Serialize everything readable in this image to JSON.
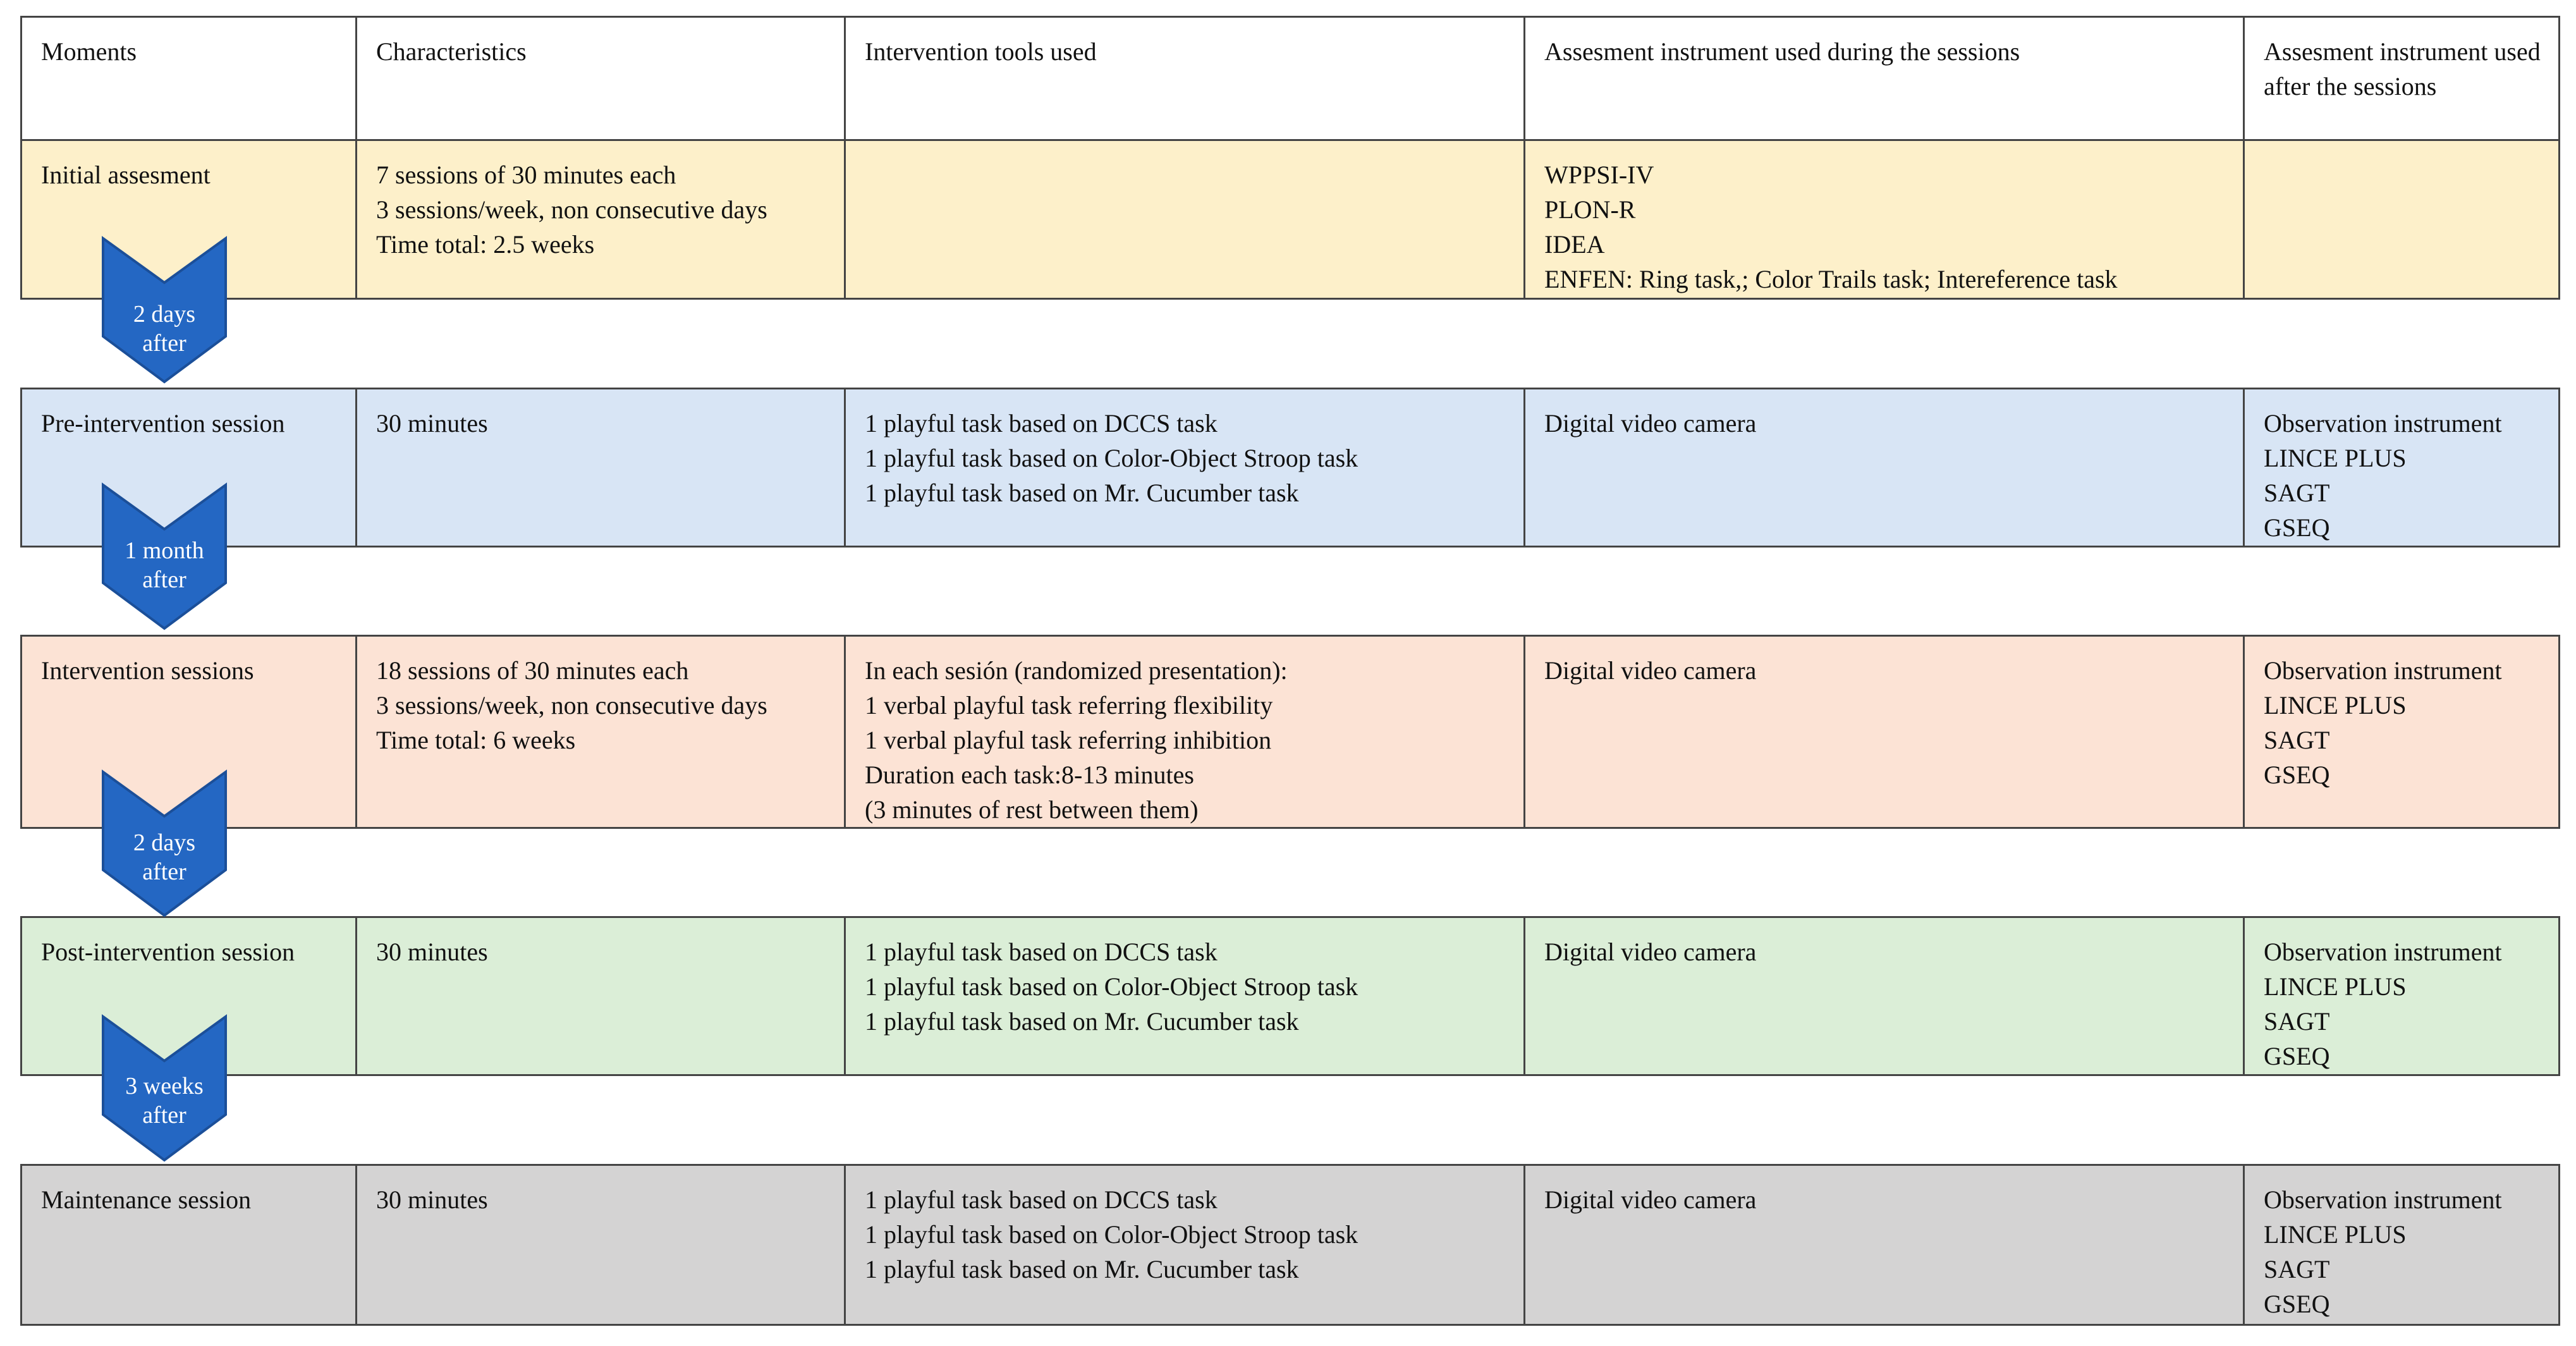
{
  "colors": {
    "border": "#444444",
    "header_bg": "#ffffff",
    "row_initial": "#fdf0ca",
    "row_pre": "#d8e5f5",
    "row_intervention": "#fce3d5",
    "row_post": "#dbeed7",
    "row_maintenance": "#d4d3d3",
    "arrow_fill": "#2467c3",
    "arrow_edge": "#1b4f99"
  },
  "headers": [
    "Moments",
    "Characteristics",
    "Intervention tools used",
    "Assesment instrument used during the sessions",
    "Assesment instrument used after the sessions"
  ],
  "rows": [
    {
      "moment": "Initial assesment",
      "characteristics": [
        "7 sessions of 30 minutes each",
        "3 sessions/week, non consecutive days",
        "Time total: 2.5 weeks"
      ],
      "tools": [],
      "during": [
        "WPPSI-IV",
        "PLON-R",
        "IDEA",
        "ENFEN:  Ring task,; Color Trails task; Intereference task"
      ],
      "after": []
    },
    {
      "moment": "Pre-intervention session",
      "characteristics": [
        "30 minutes"
      ],
      "tools": [
        "1 playful task based on DCCS task",
        "1 playful task based on Color-Object Stroop task",
        "1 playful task based on Mr. Cucumber task"
      ],
      "during": [
        "Digital video camera"
      ],
      "after": [
        "Observation instrument",
        "LINCE PLUS",
        "SAGT",
        "GSEQ"
      ]
    },
    {
      "moment": "Intervention sessions",
      "characteristics": [
        "18 sessions of 30 minutes each",
        "3 sessions/week, non consecutive days",
        "Time total: 6 weeks"
      ],
      "tools": [
        "In each sesión (randomized presentation):",
        "1 verbal playful task referring flexibility",
        "1 verbal playful task referring inhibition",
        "Duration each task:8-13 minutes",
        "(3 minutes of rest between them)"
      ],
      "during": [
        "Digital video camera"
      ],
      "after": [
        "Observation instrument",
        "LINCE PLUS",
        "SAGT",
        "GSEQ"
      ]
    },
    {
      "moment": "Post-intervention session",
      "characteristics": [
        "30 minutes"
      ],
      "tools": [
        "1 playful task based on DCCS task",
        "1 playful task based on Color-Object Stroop task",
        "1 playful task based on Mr. Cucumber task"
      ],
      "during": [
        "Digital video camera"
      ],
      "after": [
        "Observation instrument",
        "LINCE PLUS",
        "SAGT",
        "GSEQ"
      ]
    },
    {
      "moment": "Maintenance session",
      "characteristics": [
        "30 minutes"
      ],
      "tools": [
        "1 playful task based on DCCS task",
        "1 playful task based on Color-Object Stroop task",
        "1 playful task based on Mr. Cucumber task"
      ],
      "during": [
        "Digital video camera"
      ],
      "after": [
        "Observation instrument",
        "LINCE PLUS",
        "SAGT",
        "GSEQ"
      ]
    }
  ],
  "arrows": [
    {
      "line1": "2 days",
      "line2": "after"
    },
    {
      "line1": "1 month",
      "line2": "after"
    },
    {
      "line1": "2 days",
      "line2": "after"
    },
    {
      "line1": "3 weeks",
      "line2": "after"
    }
  ]
}
